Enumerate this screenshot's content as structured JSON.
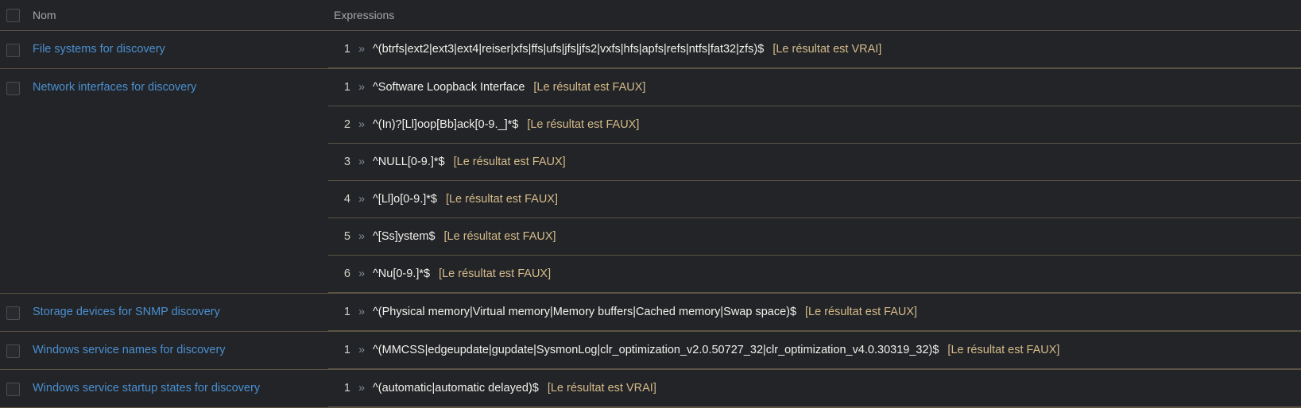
{
  "table": {
    "columns": {
      "select_all_checkbox": "select-all",
      "name": "Nom",
      "expressions": "Expressions"
    },
    "rows": [
      {
        "name": "File systems for discovery",
        "expressions": [
          {
            "index": "1",
            "arrow": "»",
            "pattern": "^(btrfs|ext2|ext3|ext4|reiser|xfs|ffs|ufs|jfs|jfs2|vxfs|hfs|apfs|refs|ntfs|fat32|zfs)$",
            "result": "[Le résultat est VRAI]"
          }
        ]
      },
      {
        "name": "Network interfaces for discovery",
        "expressions": [
          {
            "index": "1",
            "arrow": "»",
            "pattern": "^Software Loopback Interface",
            "result": "[Le résultat est FAUX]"
          },
          {
            "index": "2",
            "arrow": "»",
            "pattern": "^(In)?[Ll]oop[Bb]ack[0-9._]*$",
            "result": "[Le résultat est FAUX]"
          },
          {
            "index": "3",
            "arrow": "»",
            "pattern": "^NULL[0-9.]*$",
            "result": "[Le résultat est FAUX]"
          },
          {
            "index": "4",
            "arrow": "»",
            "pattern": "^[Ll]o[0-9.]*$",
            "result": "[Le résultat est FAUX]"
          },
          {
            "index": "5",
            "arrow": "»",
            "pattern": "^[Ss]ystem$",
            "result": "[Le résultat est FAUX]"
          },
          {
            "index": "6",
            "arrow": "»",
            "pattern": "^Nu[0-9.]*$",
            "result": "[Le résultat est FAUX]"
          }
        ]
      },
      {
        "name": "Storage devices for SNMP discovery",
        "expressions": [
          {
            "index": "1",
            "arrow": "»",
            "pattern": "^(Physical memory|Virtual memory|Memory buffers|Cached memory|Swap space)$",
            "result": "[Le résultat est FAUX]"
          }
        ]
      },
      {
        "name": "Windows service names for discovery",
        "expressions": [
          {
            "index": "1",
            "arrow": "»",
            "pattern": "^(MMCSS|edgeupdate|gupdate|SysmonLog|clr_optimization_v2.0.50727_32|clr_optimization_v4.0.30319_32)$",
            "result": "[Le résultat est FAUX]"
          }
        ]
      },
      {
        "name": "Windows service startup states for discovery",
        "expressions": [
          {
            "index": "1",
            "arrow": "»",
            "pattern": "^(automatic|automatic delayed)$",
            "result": "[Le résultat est VRAI]"
          }
        ]
      }
    ]
  },
  "colors": {
    "background": "#1f2124",
    "row_background": "#222427",
    "row_border": "#5b5344",
    "link": "#4b8fd0",
    "pattern_text": "#f2f0ec",
    "result_text": "#d6bb8a",
    "header_text": "#a6a6a6",
    "index_text": "#d5d0c8",
    "arrow_icon": "#7e8a99"
  }
}
